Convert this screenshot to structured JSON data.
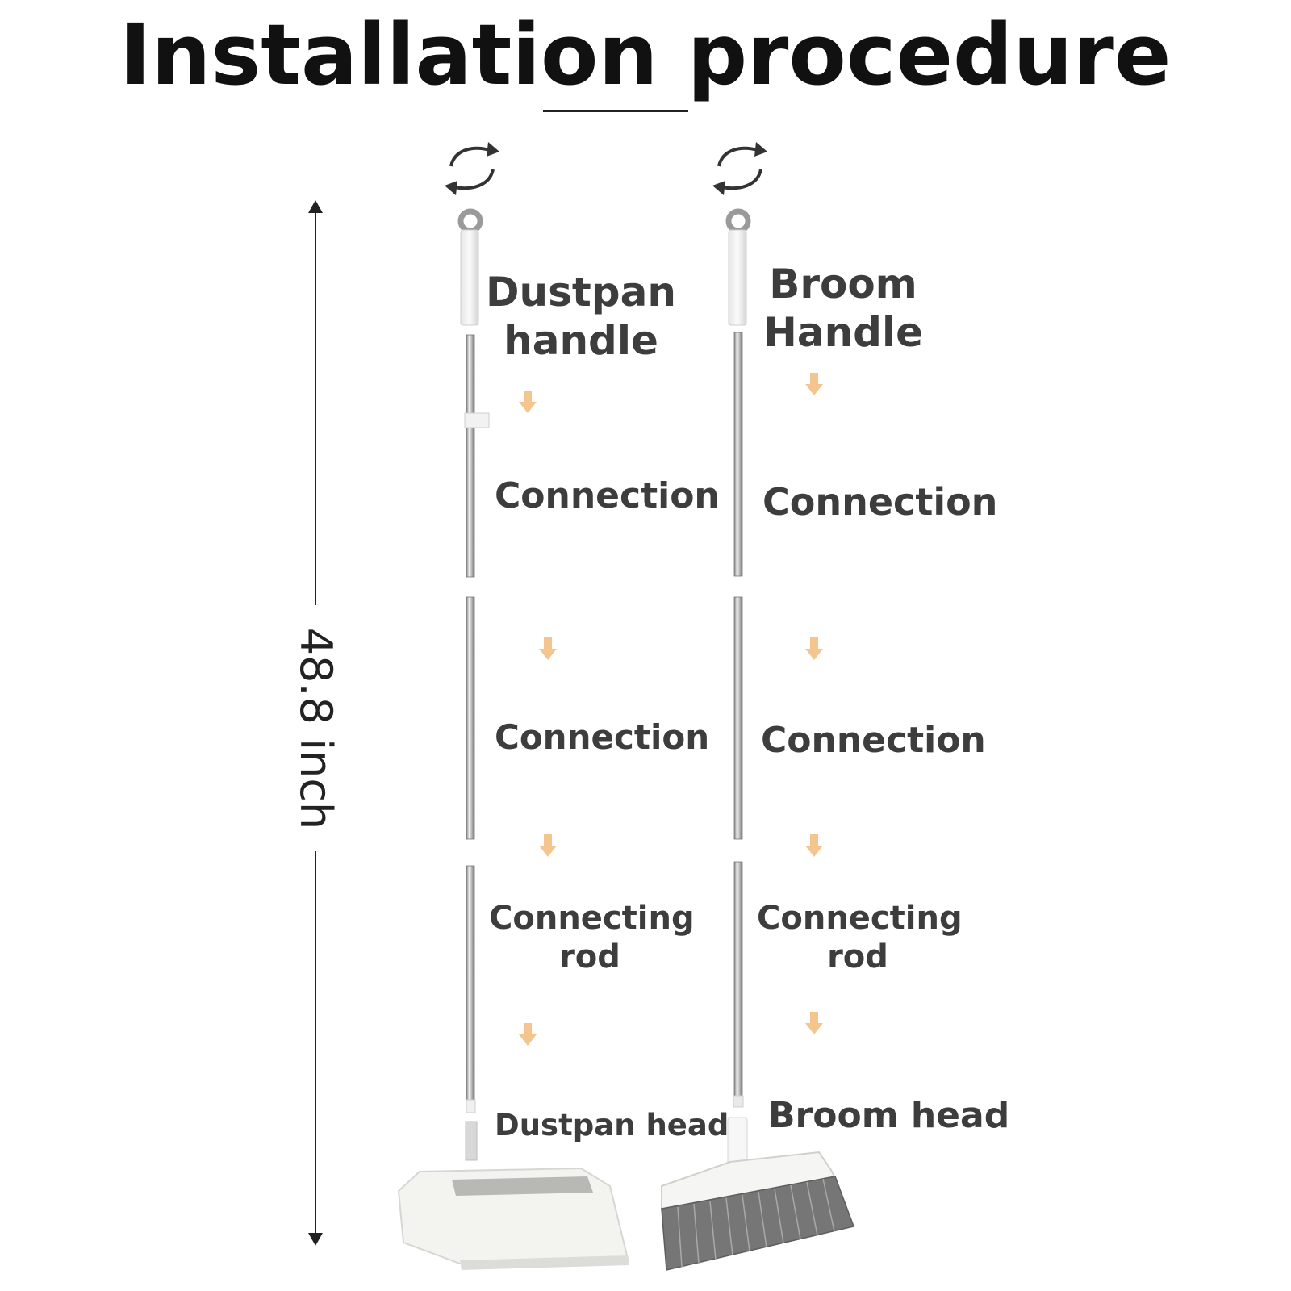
{
  "title": "Installation procedure",
  "dimension": {
    "label": "48.8 inch"
  },
  "colors": {
    "arrow": "#f4c58e",
    "text": "#3d3d3d",
    "rod": "#9a9a9a",
    "bristles": "#6e6e6e"
  },
  "icons": [
    "rotate-icon",
    "down-arrow-icon"
  ],
  "dustpan": {
    "handle": [
      "Dustpan",
      "handle"
    ],
    "connection_1": "Connection",
    "connection_2": "Connection",
    "rod": [
      "Connecting",
      "rod"
    ],
    "head": "Dustpan head"
  },
  "broom": {
    "handle": [
      "Broom",
      "Handle"
    ],
    "connection_1": "Connection",
    "connection_2": "Connection",
    "rod": [
      "Connecting",
      "rod"
    ],
    "head": "Broom head"
  }
}
